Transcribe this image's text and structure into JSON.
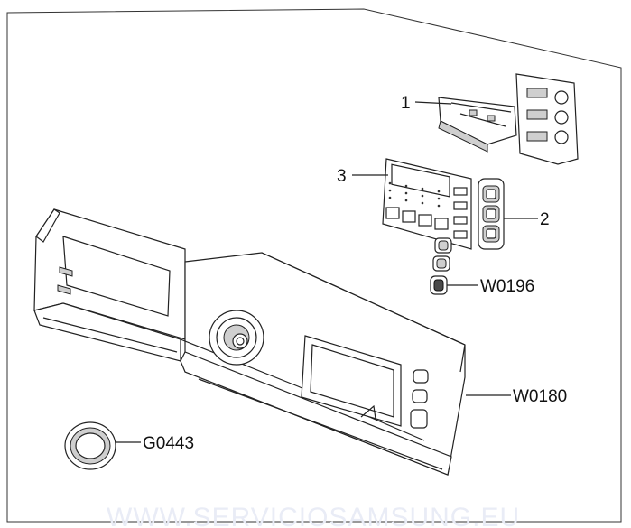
{
  "labels": {
    "part_1": "1",
    "part_2": "2",
    "part_3": "3",
    "part_w0196": "W0196",
    "part_w0180": "W0180",
    "part_g0443": "G0443"
  },
  "watermark": "WWW.SERVICIOSAMSUNG.EU",
  "colors": {
    "line": "#222222",
    "fill": "#ffffff",
    "shade": "#cfcfcf",
    "watermark": "#e9ecf6"
  }
}
